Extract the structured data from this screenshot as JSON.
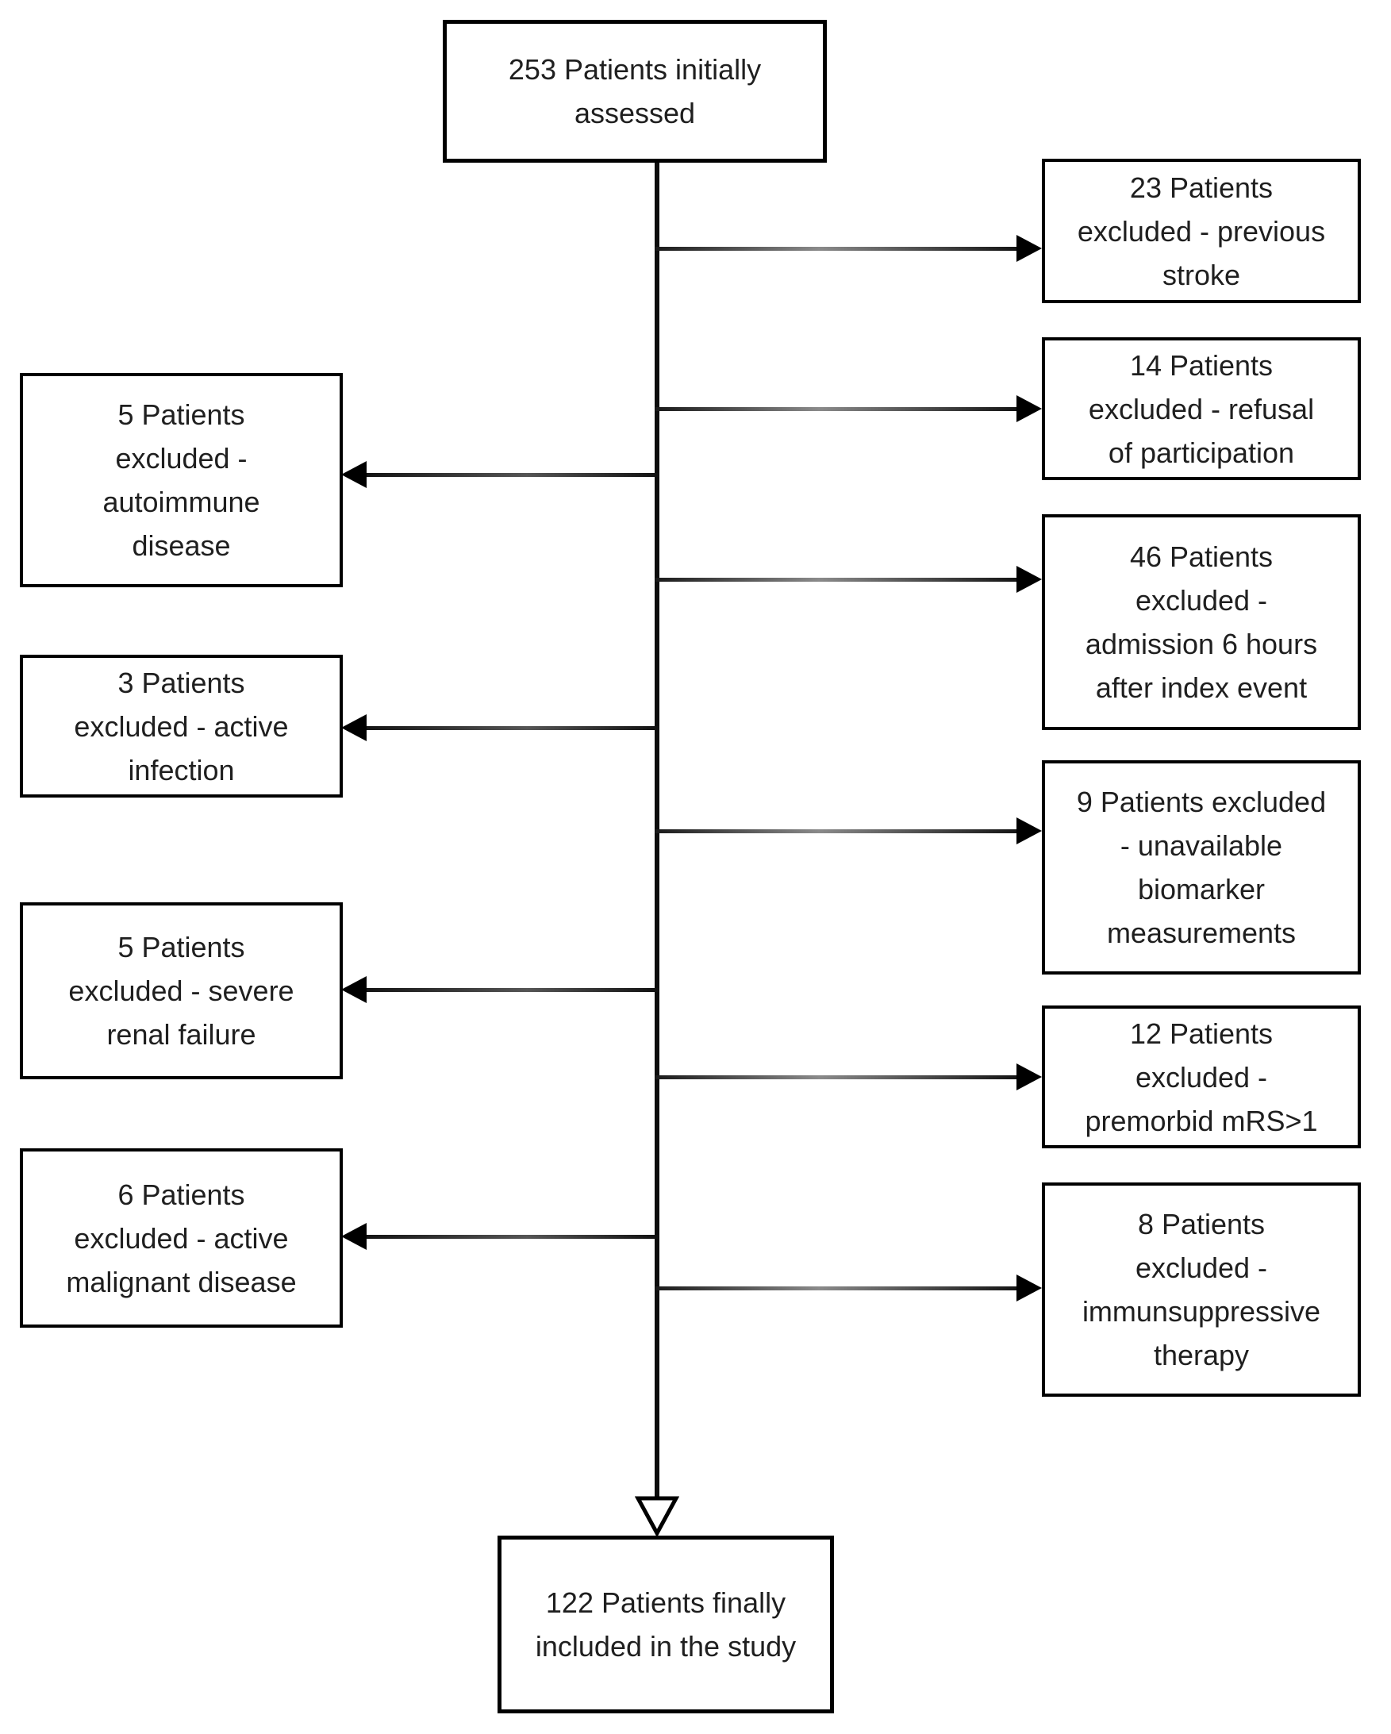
{
  "diagram": {
    "type": "patient-flow",
    "start": {
      "count": 253,
      "text": "253 Patients initially\nassessed"
    },
    "end": {
      "count": 122,
      "text": "122 Patients finally\nincluded in the study"
    },
    "right_exclusions": [
      {
        "count": 23,
        "reason": "previous stroke",
        "text": "23 Patients\nexcluded - previous\nstroke"
      },
      {
        "count": 14,
        "reason": "refusal of participation",
        "text": "14 Patients\nexcluded - refusal\nof participation"
      },
      {
        "count": 46,
        "reason": "admission 6 hours after index event",
        "text": "46 Patients\nexcluded -\nadmission 6 hours\nafter index event"
      },
      {
        "count": 9,
        "reason": "unavailable biomarker measurements",
        "text": "9 Patients excluded\n- unavailable\nbiomarker\nmeasurements"
      },
      {
        "count": 12,
        "reason": "premorbid mRS>1",
        "text": "12 Patients\nexcluded -\npremorbid mRS>1"
      },
      {
        "count": 8,
        "reason": "immunsuppressive therapy",
        "text": "8 Patients\nexcluded -\nimmunsuppressive\ntherapy"
      }
    ],
    "left_exclusions": [
      {
        "count": 5,
        "reason": "autoimmune disease",
        "text": "5 Patients\nexcluded -\nautoimmune\ndisease"
      },
      {
        "count": 3,
        "reason": "active infection",
        "text": "3 Patients\nexcluded - active\ninfection"
      },
      {
        "count": 5,
        "reason": "severe renal failure",
        "text": "5 Patients\nexcluded - severe\nrenal failure"
      },
      {
        "count": 6,
        "reason": "active malignant disease",
        "text": "6 Patients\nexcluded - active\nmalignant disease"
      }
    ],
    "colors": {
      "background": "#ffffff",
      "box_border": "#000000",
      "text": "#1f1f1f",
      "connector": "#3d3d3d"
    }
  }
}
